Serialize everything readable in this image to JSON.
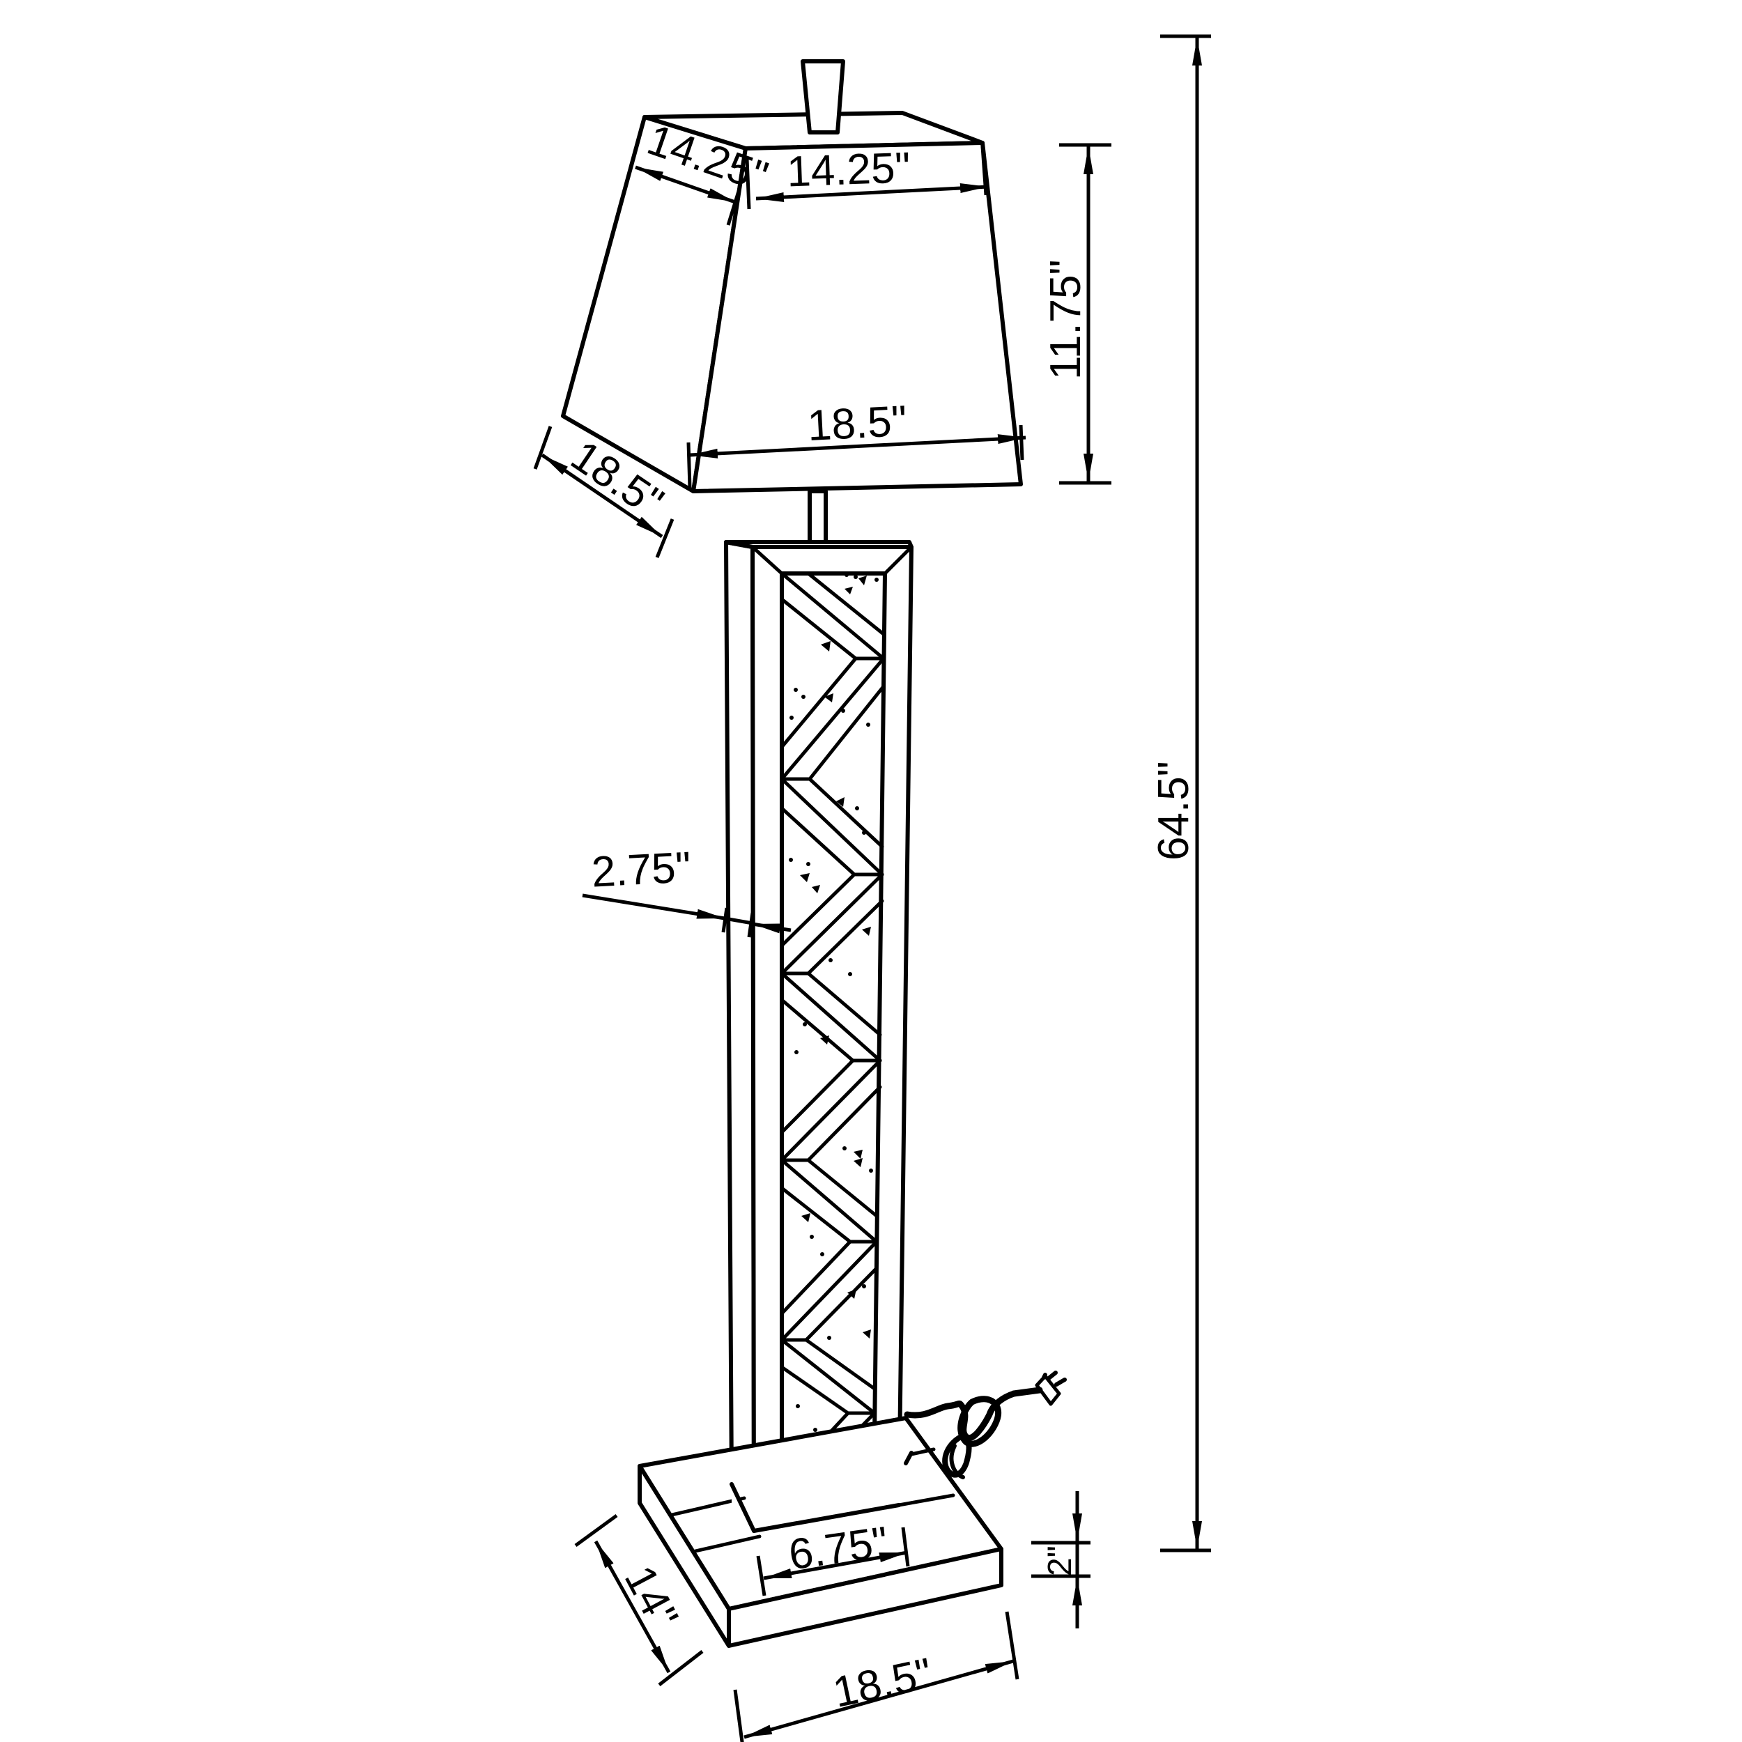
{
  "drawing": {
    "subject": "Floor lamp with square tapered shade, mirrored chevron column and rectangular base",
    "colors": {
      "line": "#000000",
      "background": "#ffffff"
    }
  },
  "dimensions": {
    "shade_top_depth": "14.25\"",
    "shade_top_width": "14.25\"",
    "shade_height": "11.75\"",
    "shade_bottom_width": "18.5\"",
    "shade_bottom_depth": "18.5\"",
    "overall_height": "64.5\"",
    "column_depth": "2.75\"",
    "column_width": "6.75\"",
    "base_depth": "14\"",
    "base_width": "18.5\"",
    "base_height": "2\""
  },
  "icons": {
    "power_plug": "plug-icon",
    "cord": "cord-icon"
  }
}
